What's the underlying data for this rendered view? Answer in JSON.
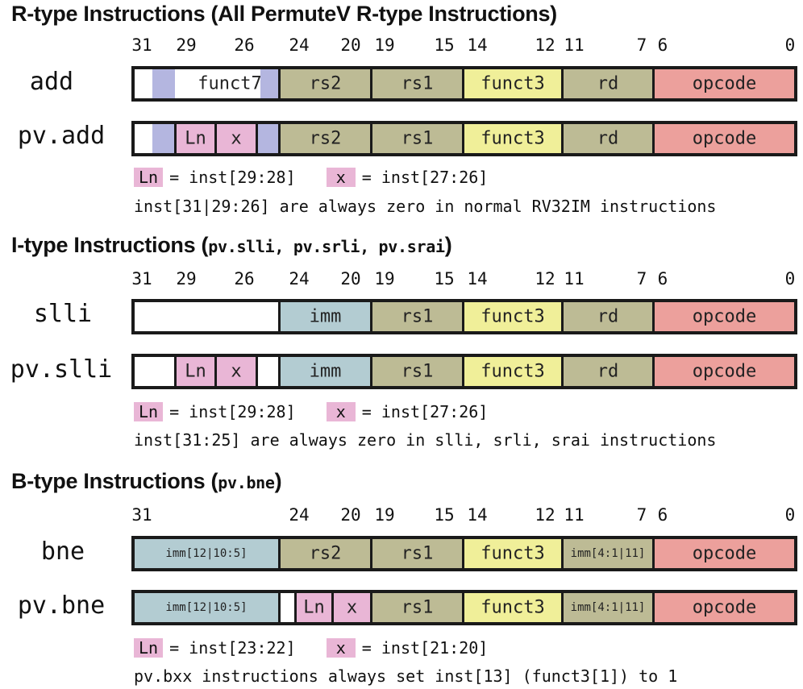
{
  "sections": {
    "rtype": {
      "title_main": "R-type Instructions (All PermuteV R-type Instructions)",
      "bits": {
        "b31": "31",
        "b29": "29",
        "b26": "26",
        "b24": "24",
        "b20": "20",
        "b19": "19",
        "b15": "15",
        "b14": "14",
        "b12": "12",
        "b11": "11",
        "b7": "7",
        "b6": "6",
        "b0": "0"
      },
      "rows": {
        "add": {
          "label": "add",
          "funct7": "funct7",
          "rs2": "rs2",
          "rs1": "rs1",
          "funct3": "funct3",
          "rd": "rd",
          "opcode": "opcode"
        },
        "pvadd": {
          "label": "pv.add",
          "ln": "Ln",
          "x": "x",
          "rs2": "rs2",
          "rs1": "rs1",
          "funct3": "funct3",
          "rd": "rd",
          "opcode": "opcode"
        }
      },
      "note1": {
        "ln_chip": "Ln",
        "ln_text": "= inst[29:28]",
        "x_chip": "x",
        "x_text": "= inst[27:26]"
      },
      "note2": "inst[31|29:26] are always zero in normal RV32IM instructions"
    },
    "itype": {
      "title_main": "I-type Instructions (",
      "title_code": "pv.slli, pv.srli, pv.srai",
      "title_end": ")",
      "bits": {
        "b31": "31",
        "b29": "29",
        "b26": "26",
        "b24": "24",
        "b20": "20",
        "b19": "19",
        "b15": "15",
        "b14": "14",
        "b12": "12",
        "b11": "11",
        "b7": "7",
        "b6": "6",
        "b0": "0"
      },
      "rows": {
        "slli": {
          "label": "slli",
          "imm": "imm",
          "rs1": "rs1",
          "funct3": "funct3",
          "rd": "rd",
          "opcode": "opcode"
        },
        "pvslli": {
          "label": "pv.slli",
          "ln": "Ln",
          "x": "x",
          "imm": "imm",
          "rs1": "rs1",
          "funct3": "funct3",
          "rd": "rd",
          "opcode": "opcode"
        }
      },
      "note1": {
        "ln_chip": "Ln",
        "ln_text": "= inst[29:28]",
        "x_chip": "x",
        "x_text": "= inst[27:26]"
      },
      "note2": "inst[31:25] are always zero in slli, srli, srai instructions"
    },
    "btype": {
      "title_main": "B-type Instructions (",
      "title_code": "pv.bne",
      "title_end": ")",
      "bits": {
        "b31": "31",
        "b24": "24",
        "b20": "20",
        "b19": "19",
        "b15": "15",
        "b14": "14",
        "b12": "12",
        "b11": "11",
        "b7": "7",
        "b6": "6",
        "b0": "0"
      },
      "rows": {
        "bne": {
          "label": "bne",
          "imm_hi": "imm[12|10:5]",
          "rs2": "rs2",
          "rs1": "rs1",
          "funct3": "funct3",
          "imm_lo": "imm[4:1|11]",
          "opcode": "opcode"
        },
        "pvbne": {
          "label": "pv.bne",
          "imm_hi": "imm[12|10:5]",
          "ln": "Ln",
          "x": "x",
          "rs1": "rs1",
          "funct3": "funct3",
          "imm_lo": "imm[4:1|11]",
          "opcode": "opcode"
        }
      },
      "note1": {
        "ln_chip": "Ln",
        "ln_text": "= inst[23:22]",
        "x_chip": "x",
        "x_text": "= inst[21:20]"
      },
      "note2": "pv.bxx instructions always set inst[13] (funct3[1]) to 1"
    }
  },
  "colors": {
    "opcode": "#eca09c",
    "rd_rs": "#bdbb95",
    "funct3": "#f0ef99",
    "funct7_edge": "#b4b6e0",
    "ln_x": "#e9b6d6",
    "imm": "#b3ccd2"
  }
}
